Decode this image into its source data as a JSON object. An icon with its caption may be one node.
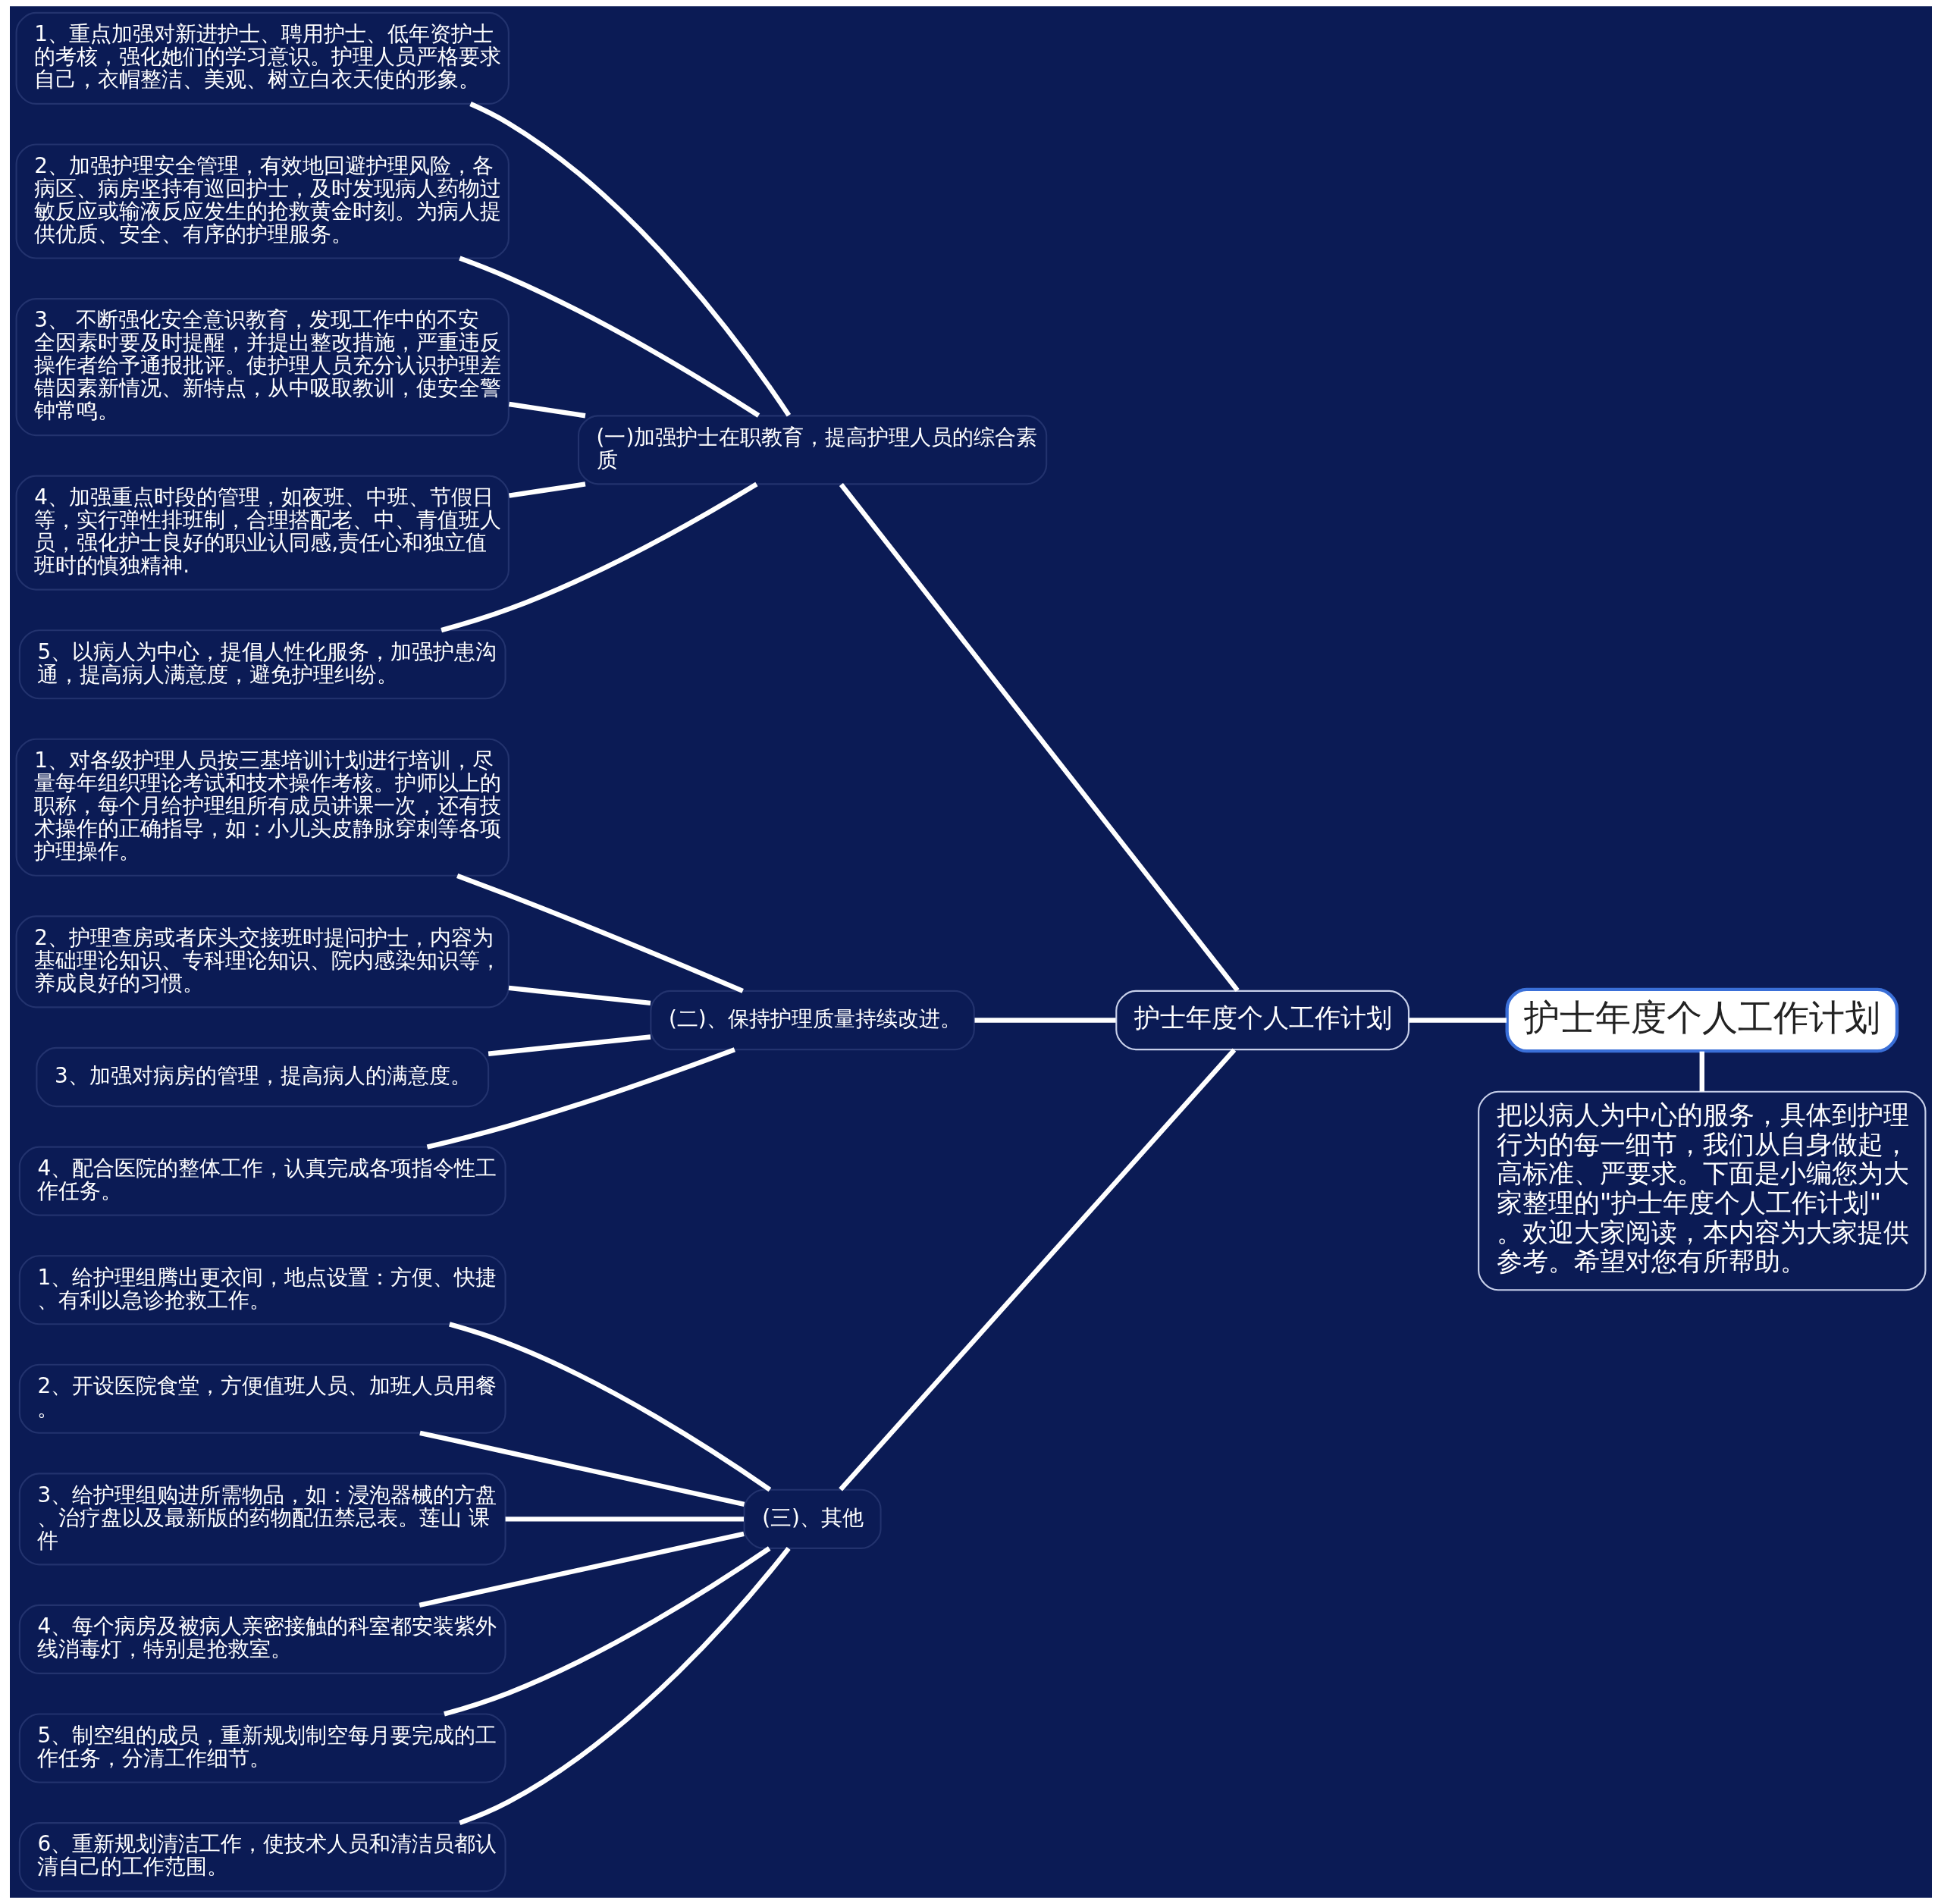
{
  "diagram": {
    "nodes": [
      {
        "text": [
          "护士年度个人工作计划"
        ]
      },
      {
        "text": [
          "把以病人为中心的服务，具体到护理行为的每一细节，我们从自身做起，高标准、严要求。下面是小编您为大家整理的\"护士年度个人工作计划\"。欢迎大家阅读，本内容为大家提供参考。希望对您有所帮助。"
        ]
      },
      {
        "text": [
          "护士年度个人工作计划"
        ]
      },
      {
        "text": [
          "(一)加强护士在职教育，提高护理人员的综合素质"
        ]
      },
      {
        "text": [
          "1、重点加强对新进护士、聘用护士、低年资护士的考核，强化她们的学习意识。护理人员严格要求自己，衣帽整洁、美观、树立白衣天使的形象。"
        ]
      },
      {
        "text": [
          "2、加强护理安全管理，有效地回避护理风险，各病区、病房坚持有巡回护士，及时发现病人药物过敏反应或输液反应发生的抢救黄金时刻。为病人提供优质、安全、有序的护理服务。"
        ]
      },
      {
        "text": [
          "3、 不断强化安全意识教育，发现工作中的不安全因素时要及时提醒，并提出整改措施，严重违反操作者给予通报批评。使护理人员充分认识护理差错因素新情况、新特点，从中吸取教训，使安全警钟常鸣。"
        ]
      },
      {
        "text": [
          "4、加强重点时段的管理，如夜班、中班、节假日等，实行弹性排班制，合理搭配老、中、青值班人员，强化护士良好的职业认同感,责任心和独立值班时的慎独精神."
        ]
      },
      {
        "text": [
          "5、以病人为中心，提倡人性化服务，加强护患沟通，提高病人满意度，避免护理纠纷。"
        ]
      },
      {
        "text": [
          "(二)、保持护理质量持续改进。"
        ]
      },
      {
        "text": [
          "1、对各级护理人员按三基培训计划进行培训，尽量每年组织理论考试和技术操作考核。护师以上的职称，每个月给护理组所有成员讲课一次，还有技术操作的正确指导，如：小儿头皮静脉穿刺等各项护理操作。"
        ]
      },
      {
        "text": [
          "2、护理查房或者床头交接班时提问护士，内容为基础理论知识、专科理论知识、院内感染知识等，养成良好的习惯。"
        ]
      },
      {
        "text": [
          " 3、加强对病房的管理，提高病人的满意度。"
        ]
      },
      {
        "text": [
          "4、配合医院的整体工作，认真完成各项指令性工作任务。"
        ]
      },
      {
        "text": [
          "(三)、其他"
        ]
      },
      {
        "text": [
          "1、给护理组腾出更衣间，地点设置：方便、快捷、有利以急诊抢救工作。"
        ]
      },
      {
        "text": [
          "2、开设医院食堂，方便值班人员、加班人员用餐。"
        ]
      },
      {
        "text": [
          "3、给护理组购进所需物品，如：浸泡器械的方盘、治疗盘以及最新版的药物配伍禁忌表。莲山 课件"
        ]
      },
      {
        "text": [
          "4、每个病房及被病人亲密接触的科室都安装紫外线消毒灯，特别是抢救室。"
        ]
      },
      {
        "text": [
          "5、制空组的成员，重新规划制空每月要完成的工作任务，分清工作细节。"
        ]
      },
      {
        "text": [
          "6、重新规划清洁工作，使技术人员和清洁员都认清自己的工作范围。"
        ]
      }
    ],
    "edges": [
      {
        "from": 0,
        "to": 1,
        "arrow": "none"
      },
      {
        "from": 0,
        "to": 2,
        "arrow": "none"
      },
      {
        "from": 2,
        "to": 3,
        "arrow": "none"
      },
      {
        "from": 2,
        "to": 9,
        "arrow": "none"
      },
      {
        "from": 2,
        "to": 14,
        "arrow": "none"
      },
      {
        "from": 3,
        "to": 4,
        "arrow": "none"
      },
      {
        "from": 3,
        "to": 5,
        "arrow": "none"
      },
      {
        "from": 3,
        "to": 6,
        "arrow": "none"
      },
      {
        "from": 3,
        "to": 7,
        "arrow": "none"
      },
      {
        "from": 3,
        "to": 8,
        "arrow": "none"
      },
      {
        "from": 9,
        "to": 10,
        "arrow": "none"
      },
      {
        "from": 9,
        "to": 11,
        "arrow": "none"
      },
      {
        "from": 9,
        "to": 12,
        "arrow": "none"
      },
      {
        "from": 9,
        "to": 13,
        "arrow": "none"
      },
      {
        "from": 14,
        "to": 15,
        "arrow": "none"
      },
      {
        "from": 14,
        "to": 16,
        "arrow": "none"
      },
      {
        "from": 14,
        "to": 17,
        "arrow": "none"
      },
      {
        "from": 14,
        "to": 18,
        "arrow": "none"
      },
      {
        "from": 14,
        "to": 19,
        "arrow": "none"
      },
      {
        "from": 14,
        "to": 20,
        "arrow": "none"
      }
    ]
  }
}
